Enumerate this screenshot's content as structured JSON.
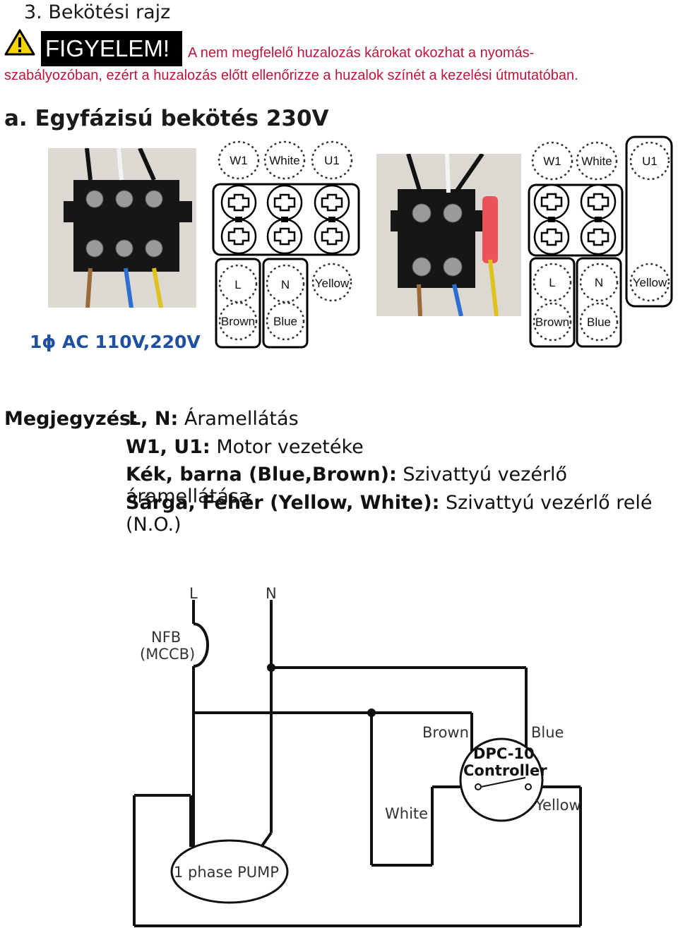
{
  "section_title": "3. Bekötési rajz",
  "warning": {
    "label": "FIGYELEM!",
    "line1": "A nem megfelelő huzalozás károkat okozhat a nyomás-",
    "line2": "szabályozóban, ezért a huzalozás előtt ellenőrizze a huzalok színét a kezelési útmutatóban."
  },
  "subsection_title": "a. Egyfázisú bekötés 230V",
  "left_diagram": {
    "top_labels": [
      "W1",
      "White",
      "U1"
    ],
    "bottom_labels": [
      "L",
      "N",
      "Yellow"
    ],
    "bottom_labels2": [
      "Brown",
      "Blue"
    ],
    "caption": "1ϕ AC 110V,220V"
  },
  "right_diagram": {
    "top_labels": [
      "W1",
      "White",
      "U1"
    ],
    "bottom_labels": [
      "L",
      "N",
      "Yellow"
    ],
    "bottom_labels2": [
      "Brown",
      "Blue"
    ]
  },
  "notes": {
    "heading": "Megjegyzés:",
    "rows": [
      {
        "key": "L, N:",
        "value": "Áramellátás"
      },
      {
        "key": "W1, U1:",
        "value": "Motor vezetéke"
      },
      {
        "key": "Kék, barna (Blue,Brown):",
        "value": "Szivattyú vezérlő áramellátása"
      },
      {
        "key": "Sárga, Fehér (Yellow, White):",
        "value": "Szivattyú vezérlő relé (N.O.)"
      }
    ]
  },
  "schematic": {
    "L": "L",
    "N": "N",
    "nfb1": "NFB",
    "nfb2": "(MCCB)",
    "brown": "Brown",
    "blue": "Blue",
    "white": "White",
    "yellow": "Yellow",
    "controller1": "DPC-10",
    "controller2": "Controller",
    "pump": "1 phase PUMP"
  }
}
